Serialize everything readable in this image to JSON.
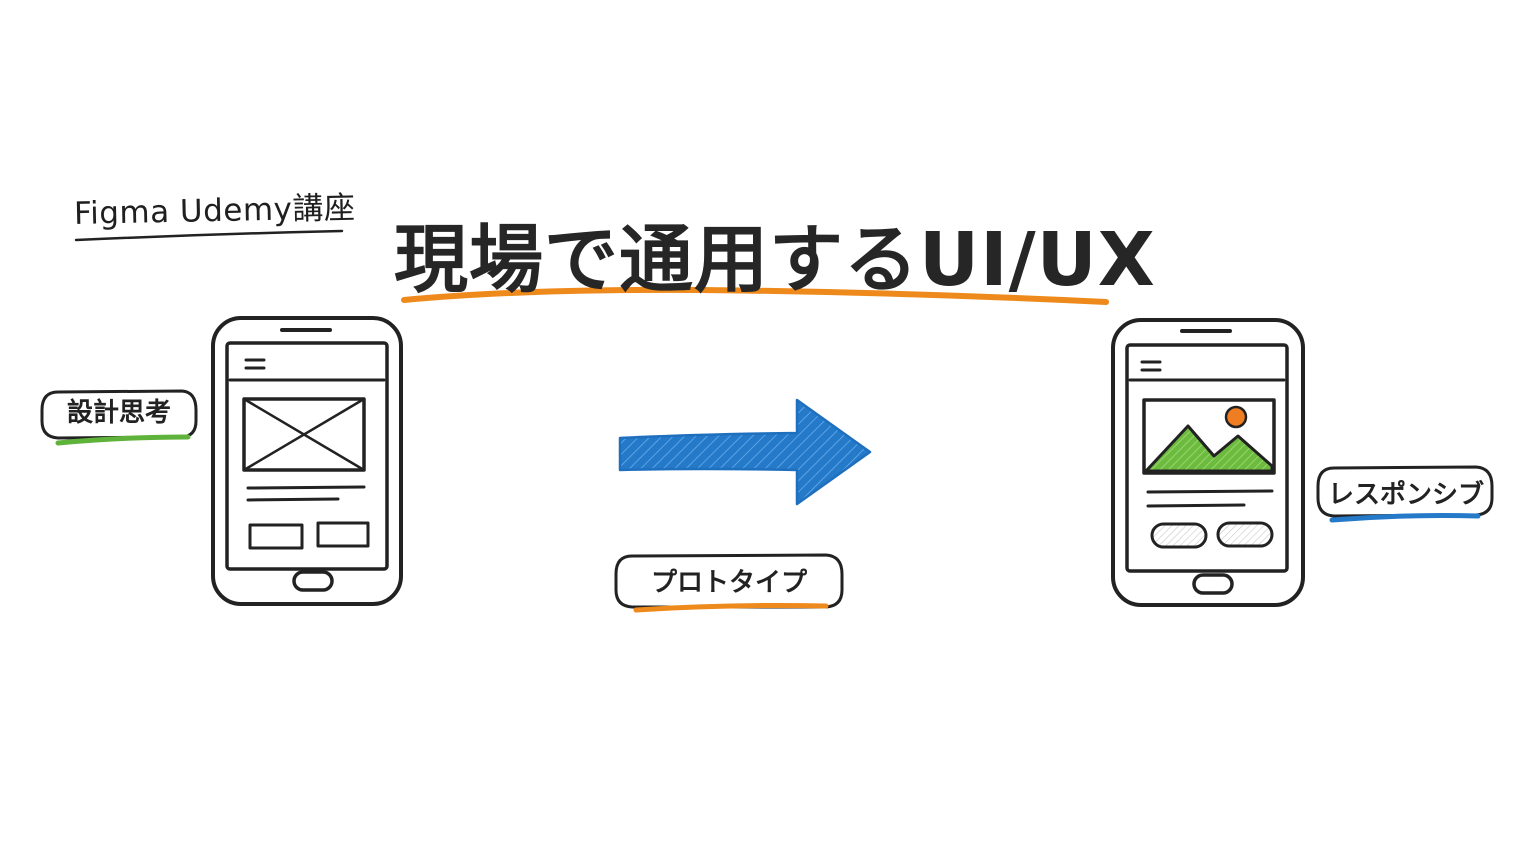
{
  "subtitle": "Figma Udemy講座",
  "title": "現場で通用するUI/UX",
  "labels": {
    "design_thinking": "設計思考",
    "prototype": "プロトタイプ",
    "responsive": "レスポンシブ"
  },
  "colors": {
    "orange": "#ee8a1c",
    "green": "#5fb33a",
    "blue": "#2479c8",
    "image_fill": "#7cc14a",
    "sun": "#ef7d22",
    "ink": "#222222"
  },
  "icons": {
    "wireframe_phone": "phone-wireframe-icon",
    "responsive_phone": "phone-responsive-icon",
    "arrow": "arrow-right-icon"
  }
}
